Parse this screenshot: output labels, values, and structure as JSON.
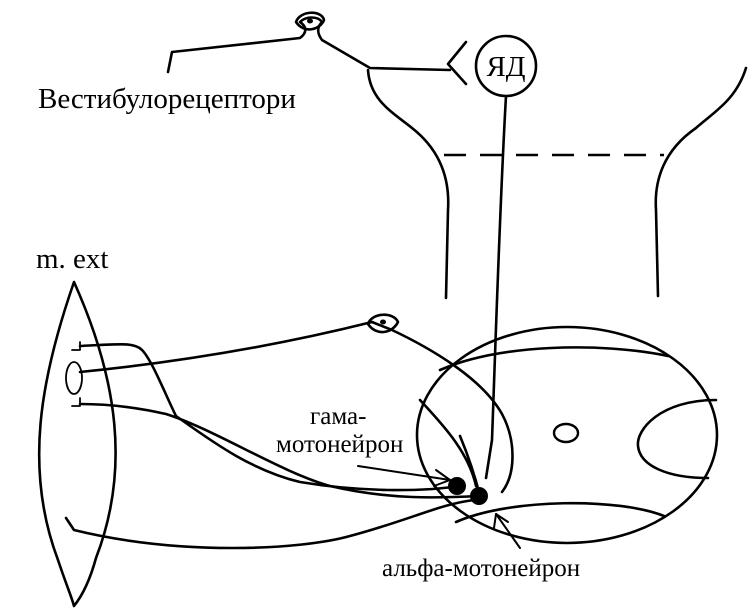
{
  "labels": {
    "vestibuloreceptors": "Вестибулорецептори",
    "nucleus": "ЯД",
    "muscle": "m. ext",
    "gamma_line1": "гама-",
    "gamma_line2": "мотонейрон",
    "alpha": "альфа-мотонейрон"
  },
  "colors": {
    "stroke": "#000000",
    "background": "#ffffff"
  }
}
